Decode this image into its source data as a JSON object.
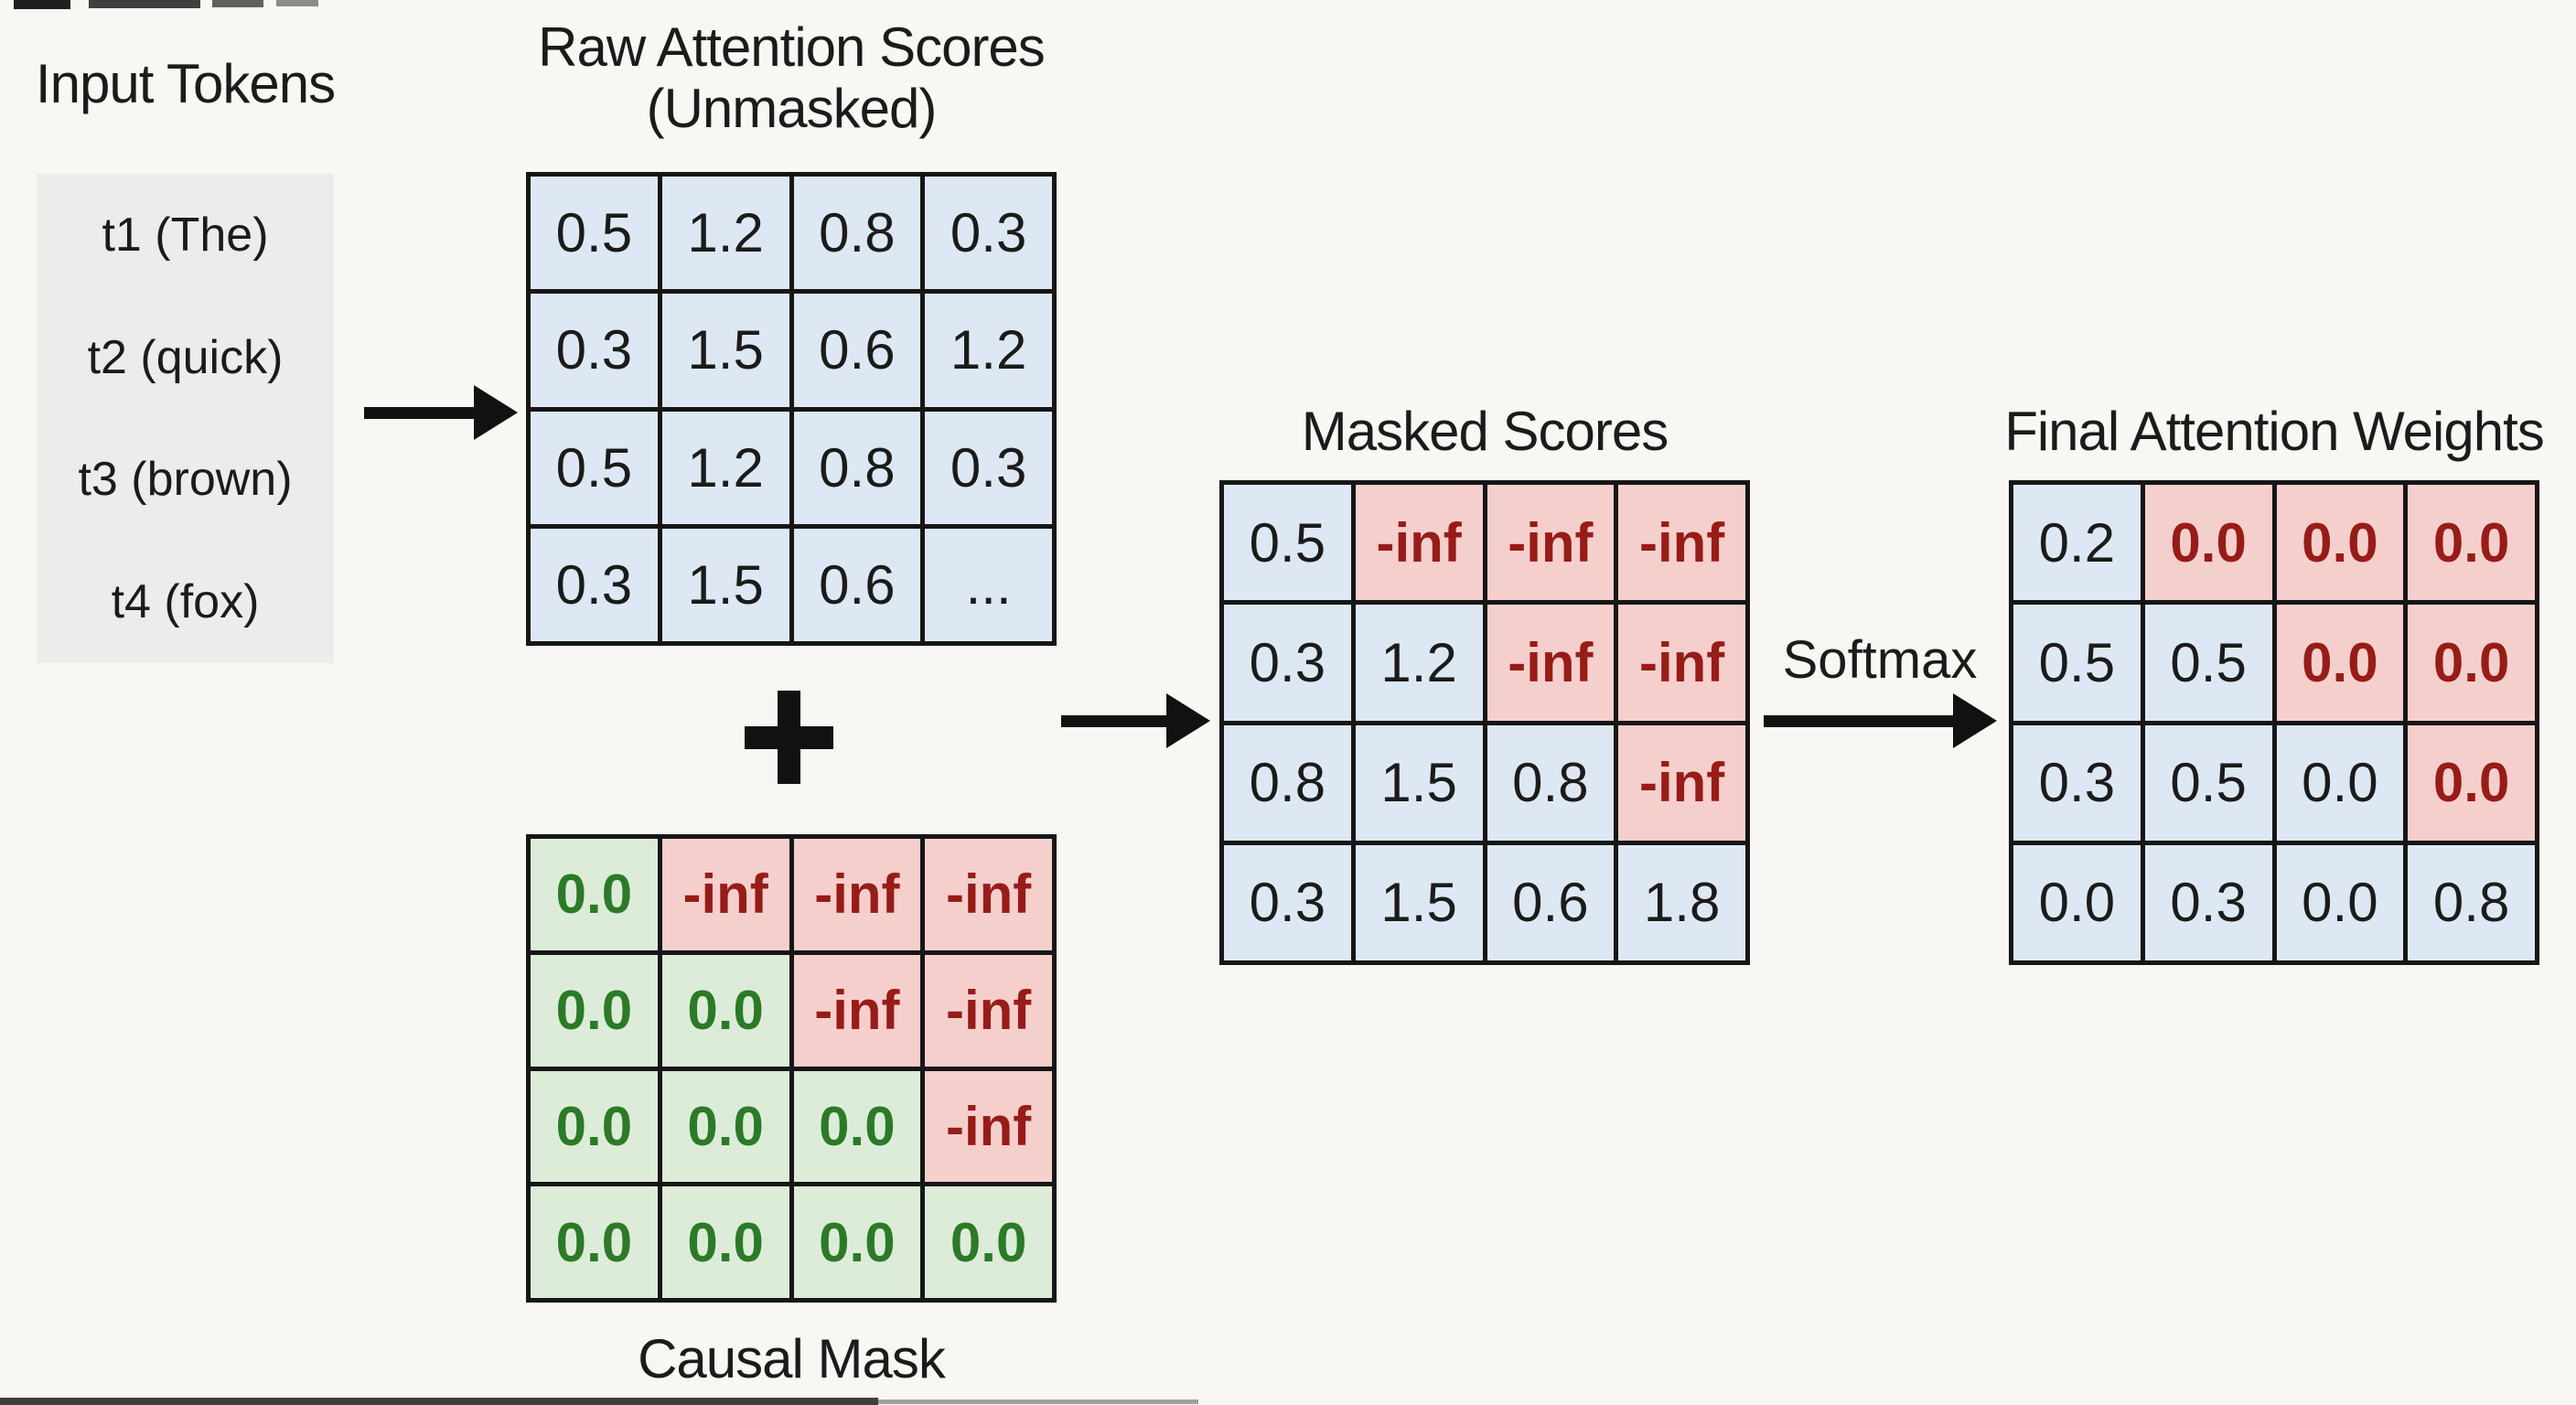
{
  "palette": {
    "page-bg": "#f8f7f4",
    "cell-blue": "#dee8f4",
    "cell-green": "#dcecd8",
    "cell-red": "#f5cfcc",
    "text-dark": "#1b1b1b",
    "text-green": "#2c7a28",
    "text-red": "#971c18",
    "border": "#161616",
    "token-box-bg": "#ececea",
    "arrow": "#111111"
  },
  "input_tokens": {
    "title": "Input Tokens",
    "tokens": [
      "t1 (The)",
      "t2 (quick)",
      "t3 (brown)",
      "t4 (fox)"
    ]
  },
  "operators": {
    "plus": "+",
    "softmax_label": "Softmax"
  },
  "raw_scores": {
    "title_line1": "Raw Attention Scores",
    "title_line2": "(Unmasked)",
    "rows": [
      [
        "0.5",
        "1.2",
        "0.8",
        "0.3"
      ],
      [
        "0.3",
        "1.5",
        "0.6",
        "1.2"
      ],
      [
        "0.5",
        "1.2",
        "0.8",
        "0.3"
      ],
      [
        "0.3",
        "1.5",
        "0.6",
        "..."
      ]
    ],
    "cell_colors": [
      [
        "blue",
        "blue",
        "blue",
        "blue"
      ],
      [
        "blue",
        "blue",
        "blue",
        "blue"
      ],
      [
        "blue",
        "blue",
        "blue",
        "blue"
      ],
      [
        "blue",
        "blue",
        "blue",
        "blue"
      ]
    ]
  },
  "causal_mask": {
    "title": "Causal Mask",
    "rows": [
      [
        "0.0",
        "-inf",
        "-inf",
        "-inf"
      ],
      [
        "0.0",
        "0.0",
        "-inf",
        "-inf"
      ],
      [
        "0.0",
        "0.0",
        "0.0",
        "-inf"
      ],
      [
        "0.0",
        "0.0",
        "0.0",
        "0.0"
      ]
    ],
    "cell_colors": [
      [
        "green",
        "red",
        "red",
        "red"
      ],
      [
        "green",
        "green",
        "red",
        "red"
      ],
      [
        "green",
        "green",
        "green",
        "red"
      ],
      [
        "green",
        "green",
        "green",
        "green"
      ]
    ]
  },
  "masked_scores": {
    "title": "Masked Scores",
    "rows": [
      [
        "0.5",
        "-inf",
        "-inf",
        "-inf"
      ],
      [
        "0.3",
        "1.2",
        "-inf",
        "-inf"
      ],
      [
        "0.8",
        "1.5",
        "0.8",
        "-inf"
      ],
      [
        "0.3",
        "1.5",
        "0.6",
        "1.8"
      ]
    ],
    "cell_colors": [
      [
        "blue",
        "red",
        "red",
        "red"
      ],
      [
        "blue",
        "blue",
        "red",
        "red"
      ],
      [
        "blue",
        "blue",
        "blue",
        "red"
      ],
      [
        "blue",
        "blue",
        "blue",
        "blue"
      ]
    ]
  },
  "final_weights": {
    "title": "Final Attention Weights",
    "rows": [
      [
        "0.2",
        "0.0",
        "0.0",
        "0.0"
      ],
      [
        "0.5",
        "0.5",
        "0.0",
        "0.0"
      ],
      [
        "0.3",
        "0.5",
        "0.0",
        "0.0"
      ],
      [
        "0.0",
        "0.3",
        "0.0",
        "0.8"
      ]
    ],
    "cell_colors": [
      [
        "blue",
        "red",
        "red",
        "red"
      ],
      [
        "blue",
        "blue",
        "red",
        "red"
      ],
      [
        "blue",
        "blue",
        "blue",
        "red"
      ],
      [
        "blue",
        "blue",
        "blue",
        "blue"
      ]
    ]
  }
}
